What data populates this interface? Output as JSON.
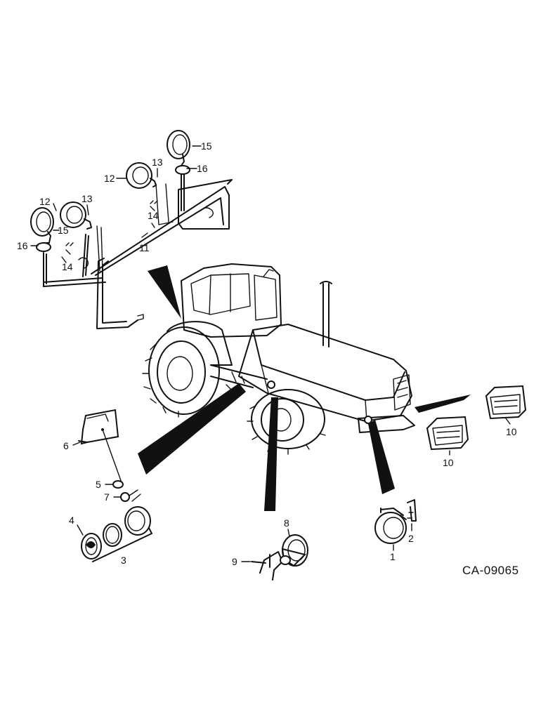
{
  "drawing_number": "CA-09065",
  "callouts": [
    {
      "id": "c1",
      "text": "1"
    },
    {
      "id": "c2",
      "text": "2"
    },
    {
      "id": "c3",
      "text": "3"
    },
    {
      "id": "c4",
      "text": "4"
    },
    {
      "id": "c5",
      "text": "5"
    },
    {
      "id": "c6",
      "text": "6"
    },
    {
      "id": "c7",
      "text": "7"
    },
    {
      "id": "c8",
      "text": "8"
    },
    {
      "id": "c9",
      "text": "9"
    },
    {
      "id": "c10a",
      "text": "10"
    },
    {
      "id": "c10b",
      "text": "10"
    },
    {
      "id": "c11",
      "text": "11"
    },
    {
      "id": "c12a",
      "text": "12"
    },
    {
      "id": "c12b",
      "text": "12"
    },
    {
      "id": "c13a",
      "text": "13"
    },
    {
      "id": "c13b",
      "text": "13"
    },
    {
      "id": "c14a",
      "text": "14"
    },
    {
      "id": "c14b",
      "text": "14"
    },
    {
      "id": "c15a",
      "text": "15"
    },
    {
      "id": "c15b",
      "text": "15"
    },
    {
      "id": "c16a",
      "text": "16"
    },
    {
      "id": "c16b",
      "text": "16"
    }
  ]
}
